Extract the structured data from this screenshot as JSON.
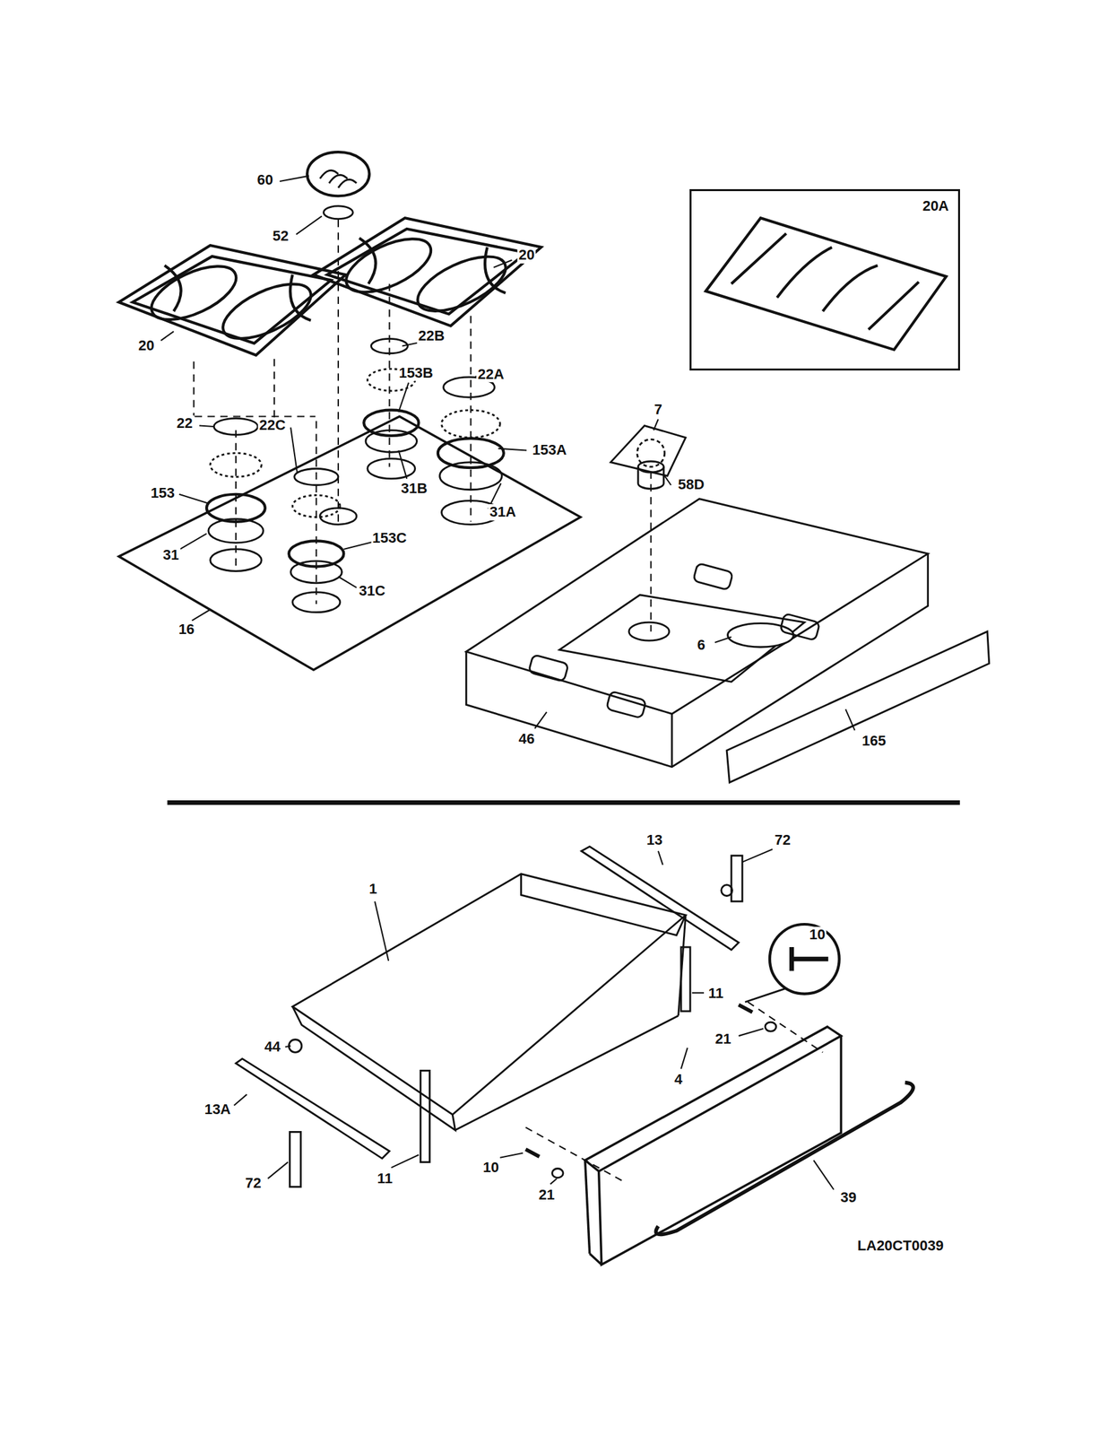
{
  "diagram": {
    "nodes": [
      {
        "text": [
          "20A"
        ]
      }
    ],
    "labels": [
      "60",
      "52",
      "20",
      "20",
      "22B",
      "22A",
      "153B",
      "22",
      "22C",
      "153A",
      "153",
      "31B",
      "31A",
      "7",
      "58D",
      "153C",
      "31",
      "31C",
      "16",
      "6",
      "46",
      "165",
      "13",
      "72",
      "10",
      "1",
      "11",
      "21",
      "44",
      "4",
      "13A",
      "11",
      "10",
      "21",
      "72",
      "39",
      "LA20CT0039"
    ]
  }
}
